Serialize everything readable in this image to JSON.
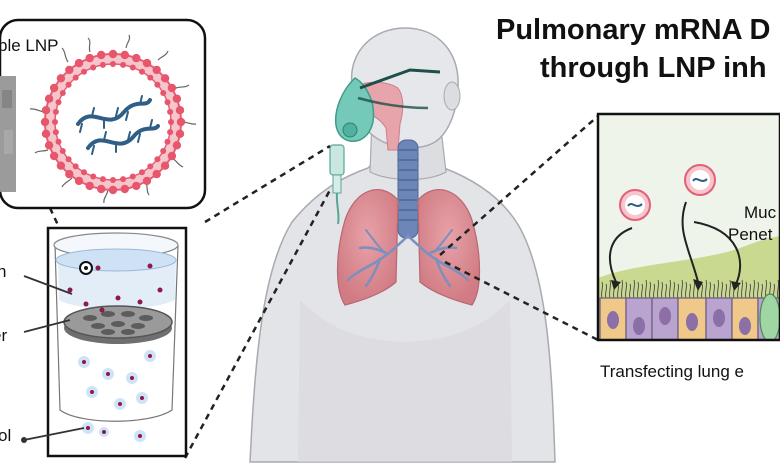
{
  "title": {
    "line1": "Pulmonary mRNA D",
    "line2": "through LNP inh"
  },
  "inset_lnp": {
    "label": "ble LNP"
  },
  "nebulizer": {
    "label_a": "n",
    "label_b": "er",
    "label_c": "ol"
  },
  "epithelium": {
    "label_line1": "Muc",
    "label_line2": "Penet",
    "caption": "Transfecting lung e"
  },
  "colors": {
    "lipid_head": "#e8566c",
    "lipid_shell": "#f6c6cc",
    "mrna": "#2f5f86",
    "lung": "#d98c93",
    "trachea": "#6d86b8",
    "mask": "#6fc7b6",
    "mucus": "#c9d98f",
    "cell_tan": "#f0c98a",
    "cell_purple": "#b9a3cf"
  }
}
